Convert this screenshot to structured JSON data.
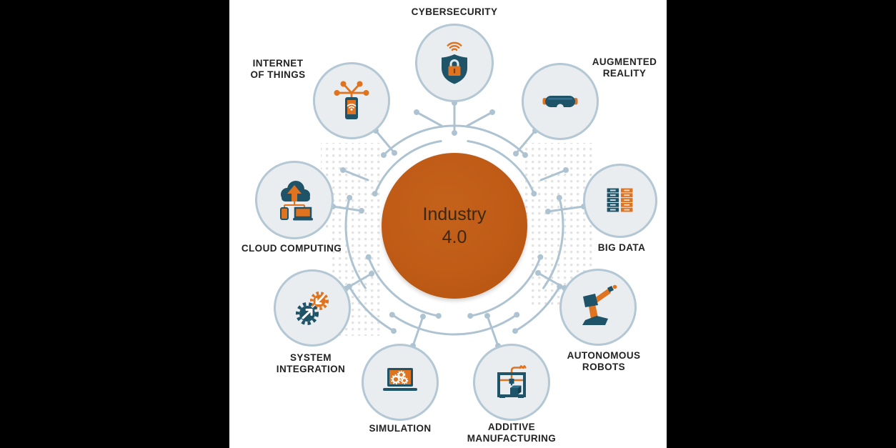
{
  "title": "Industry 4.0 technologies diagram",
  "center": {
    "line1": "Industry",
    "line2": "4.0"
  },
  "nodes": [
    {
      "id": "cybersecurity",
      "icon": "shield-lock-icon",
      "lines": [
        "CYBERSECURITY"
      ]
    },
    {
      "id": "internet-of-things",
      "icon": "connected-device-icon",
      "lines": [
        "INTERNET",
        "OF THINGS"
      ]
    },
    {
      "id": "augmented-reality",
      "icon": "ar-goggles-icon",
      "lines": [
        "AUGMENTED",
        "REALITY"
      ]
    },
    {
      "id": "cloud-computing",
      "icon": "cloud-devices-icon",
      "lines": [
        "CLOUD COMPUTING"
      ]
    },
    {
      "id": "big-data",
      "icon": "server-stack-icon",
      "lines": [
        "BIG DATA"
      ]
    },
    {
      "id": "system-integration",
      "icon": "gears-arrows-icon",
      "lines": [
        "SYSTEM",
        "INTEGRATION"
      ]
    },
    {
      "id": "autonomous-robots",
      "icon": "robot-arm-icon",
      "lines": [
        "AUTONOMOUS",
        "ROBOTS"
      ]
    },
    {
      "id": "simulation",
      "icon": "laptop-gears-icon",
      "lines": [
        "SIMULATION"
      ]
    },
    {
      "id": "additive-manufacturing",
      "icon": "3d-printer-icon",
      "lines": [
        "ADDITIVE",
        "MANUFACTURING"
      ]
    }
  ],
  "colors": {
    "hub_fill": "#bf5b16",
    "hub_text": "#3a2815",
    "icon_navy": "#1f5368",
    "icon_orange": "#e0731f",
    "connector": "#aec3d1",
    "node_fill": "#e9edf0",
    "node_border": "#b3c7d4",
    "label_text": "#232323",
    "halftone_dot": "#e3e3e3",
    "letterbox": "#000000"
  }
}
